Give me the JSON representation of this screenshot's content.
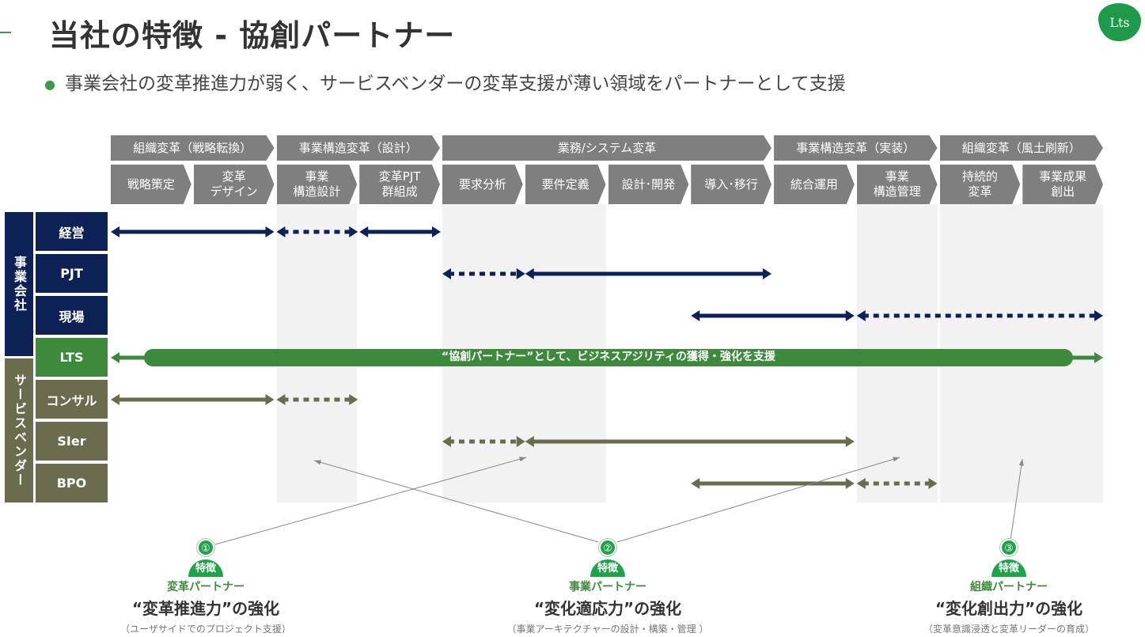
{
  "header": {
    "title": "当社の特徴 - 協創パートナー",
    "bullet": "事業会社の変革推進力が弱く、サービスベンダーの変革支援が薄い領域をパートナーとして支援",
    "logo": "Lts"
  },
  "phases": [
    "組織変革（戦略転換）",
    "事業構造変革（設計）",
    "業務/システム変革",
    "事業構造変革（実装）",
    "組織変革（風土刷新）"
  ],
  "steps": [
    "戦略策定",
    "変革\nデザイン",
    "事業\n構造設計",
    "変革PJT\n群組成",
    "要求分析",
    "要件定義",
    "設計･開発",
    "導入･移行",
    "統合運用",
    "事業\n構造管理",
    "持続的\n変革",
    "事業成果\n創出"
  ],
  "groups": [
    "事業会社",
    "サービスベンダー"
  ],
  "rows": [
    "経営",
    "PJT",
    "現場",
    "LTS",
    "コンサル",
    "SIer",
    "BPO"
  ],
  "lts_bar": "“協創パートナー”として、ビジネスアジリティの獲得・強化を支援",
  "colors": {
    "navy": "#0d2157",
    "green": "#3d8a3d",
    "olive": "#6b6b4e",
    "accent": "#1fa34a"
  },
  "features": [
    {
      "num": "①",
      "badge": "特徴",
      "sub": "変革パートナー",
      "main": "“変革推進力”の強化",
      "note": "（ユーザサイドでのプロジェクト支援）"
    },
    {
      "num": "②",
      "badge": "特徴",
      "sub": "事業パートナー",
      "main": "“変化適応力”の強化",
      "note": "（事業アーキテクチャーの設計・構築・管理 ）"
    },
    {
      "num": "③",
      "badge": "特徴",
      "sub": "組織パートナー",
      "main": "“変化創出力”の強化",
      "note": "（変革意識浸透と変革リーダーの育成）"
    }
  ]
}
